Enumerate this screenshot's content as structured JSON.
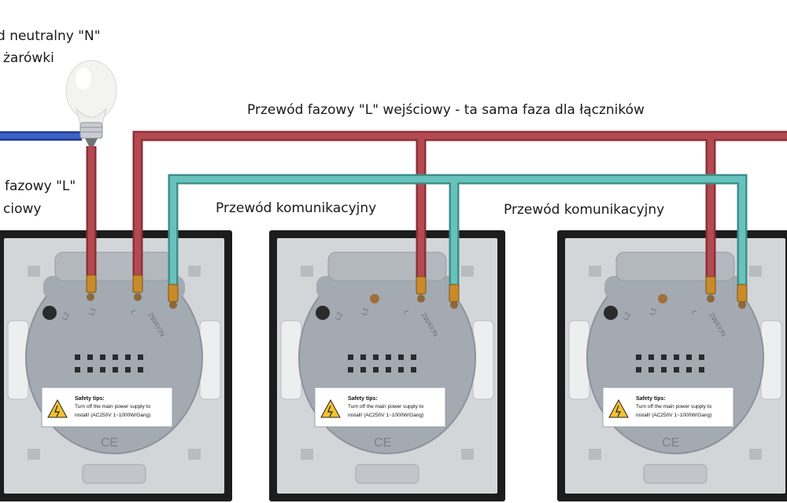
{
  "labels": {
    "neutral_line1": "d neutralny \"N\"",
    "neutral_line2": "żarówki",
    "phase_in_line1": "fazowy \"L\"",
    "phase_in_line2": "ciowy",
    "phase_common": "Przewód fazowy \"L\" wejściowy - ta sama faza dla łączników",
    "comm_1": "Przewód komunikacyjny",
    "comm_2": "Przewód komunikacyjny"
  },
  "switch_module": {
    "terminals": [
      "L2",
      "L1",
      "L",
      "2WAY/N"
    ],
    "safety_title": "Safety tips:",
    "safety_line1": "Turn off the main power supply to",
    "safety_line2": "install! (AC250V  1~1000W/Gang)",
    "ce_mark": "CE"
  },
  "switch_count": 3,
  "colors": {
    "phase_wire": "#a8434a",
    "comm_wire": "#5cb5b0",
    "neutral_wire": "#2d4fb0",
    "frame": "#1c1c1c",
    "plate": "#d2d5d8",
    "module": "#a3a9b0"
  }
}
